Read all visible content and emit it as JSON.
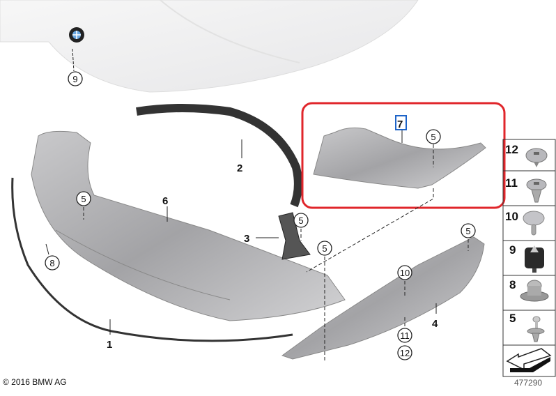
{
  "title": "Front bumper air duct / underbody cover diagram",
  "brand_logo": "BMW",
  "callouts": {
    "hood": "9",
    "seal": "2",
    "cover": "6",
    "clip_left": "5",
    "bracket": "3",
    "clip_bracket": "5",
    "clip_mid": "5",
    "grommet": "8",
    "edge_seal": "1",
    "highlighted_part": "7",
    "clip_part7": "5",
    "clip_right": "5",
    "rivet_10": "10",
    "duct": "4",
    "clip_11": "11",
    "clip_12": "12"
  },
  "legend": [
    {
      "number": "12",
      "icon": "expanding-nut-icon"
    },
    {
      "number": "11",
      "icon": "expanding-rivet-icon"
    },
    {
      "number": "10",
      "icon": "plastic-rivet-icon"
    },
    {
      "number": "9",
      "icon": "rubber-buffer-icon"
    },
    {
      "number": "8",
      "icon": "grommet-icon"
    },
    {
      "number": "5",
      "icon": "push-clip-icon"
    }
  ],
  "highlight_color": "#e0262b",
  "selection_color": "#1e64c8",
  "copyright": "© 2016 BMW AG",
  "diagram_id": "477290"
}
